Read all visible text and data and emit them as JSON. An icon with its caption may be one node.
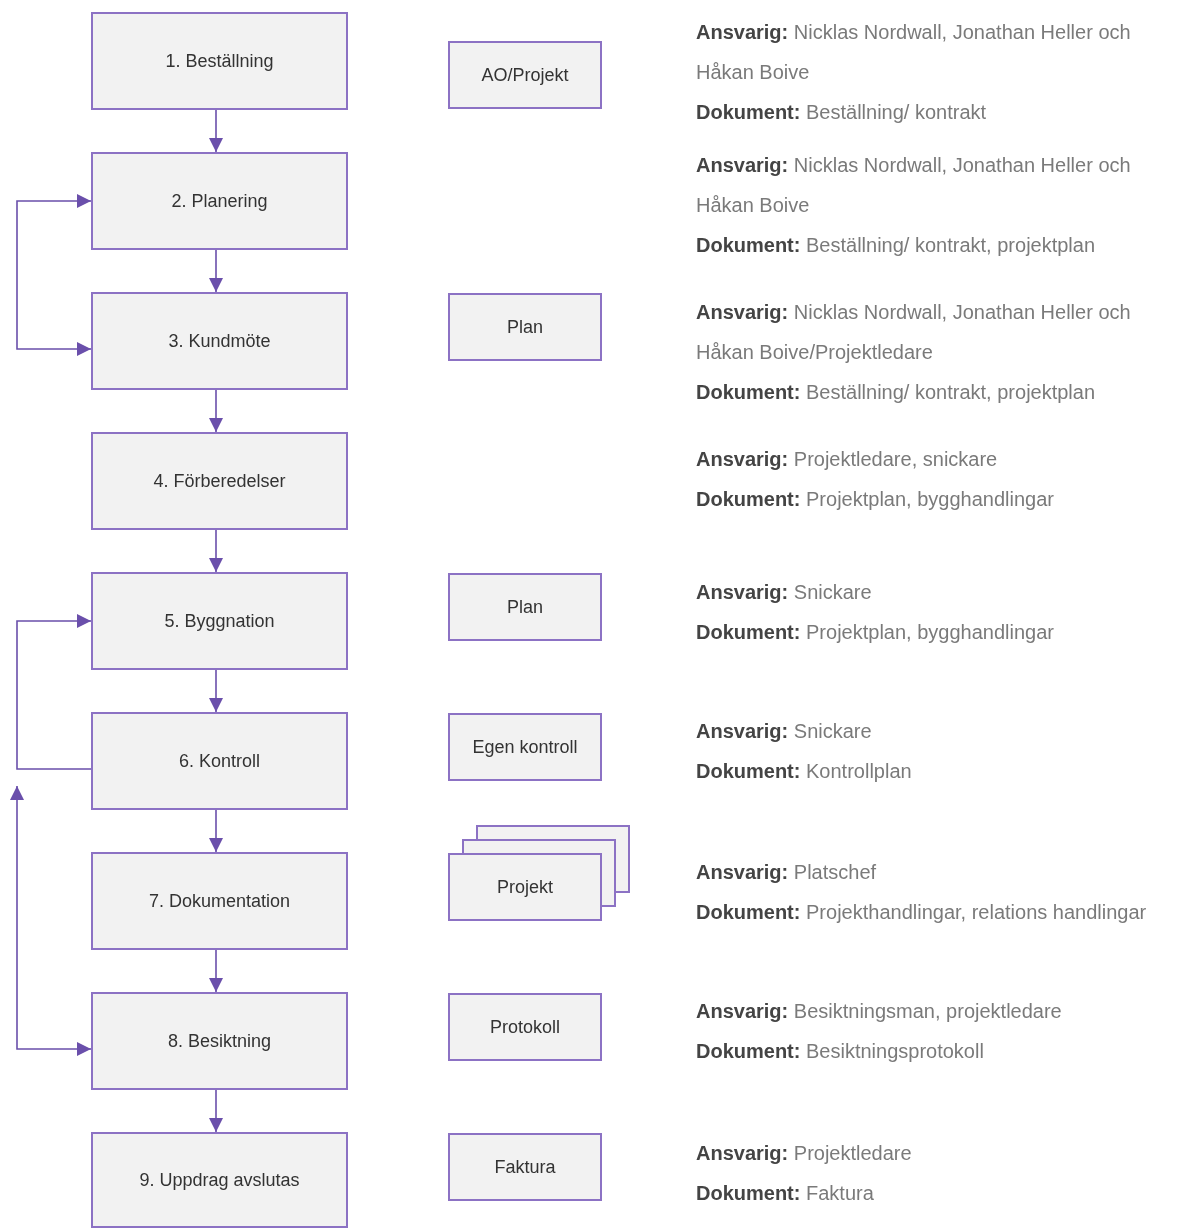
{
  "diagram": {
    "nodes": [
      {
        "text": [
          "1. Beställning"
        ]
      },
      {
        "text": [
          "2. Planering"
        ]
      },
      {
        "text": [
          "3. Kundmöte"
        ]
      },
      {
        "text": [
          "4. Förberedelser"
        ]
      },
      {
        "text": [
          "5. Byggnation"
        ]
      },
      {
        "text": [
          "6. Kontroll"
        ]
      },
      {
        "text": [
          "7. Dokumentation"
        ]
      },
      {
        "text": [
          "8. Besiktning"
        ]
      },
      {
        "text": [
          "9. Uppdrag avslutas"
        ]
      },
      {
        "text": [
          "AO/Projekt"
        ]
      },
      {
        "text": [
          "Plan"
        ]
      },
      {
        "text": [
          "Plan"
        ]
      },
      {
        "text": [
          "Egen kontroll"
        ]
      },
      {
        "text": [
          "Projekt"
        ]
      },
      {
        "text": [
          "Protokoll"
        ]
      },
      {
        "text": [
          "Faktura"
        ]
      }
    ],
    "edges": [
      {
        "from": 0,
        "to": 1,
        "arrow": "to"
      },
      {
        "from": 1,
        "to": 2,
        "arrow": "to"
      },
      {
        "from": 2,
        "to": 3,
        "arrow": "to"
      },
      {
        "from": 3,
        "to": 4,
        "arrow": "to"
      },
      {
        "from": 4,
        "to": 5,
        "arrow": "to"
      },
      {
        "from": 5,
        "to": 6,
        "arrow": "to"
      },
      {
        "from": 6,
        "to": 7,
        "arrow": "to"
      },
      {
        "from": 7,
        "to": 8,
        "arrow": "to"
      },
      {
        "from": 1,
        "to": 2,
        "arrow": "both"
      },
      {
        "from": 5,
        "to": 4,
        "arrow": "to"
      },
      {
        "from": null,
        "to": 7,
        "arrow": "both"
      }
    ],
    "labels": [
      "**Ansvarig:** Nicklas Nordwall, Jonathan Heller och Håkan Boive",
      "**Dokument:** Beställning/ kontrakt",
      "**Ansvarig:** Nicklas Nordwall, Jonathan Heller och Håkan Boive",
      "**Dokument:** Beställning/ kontrakt, projektplan",
      "**Ansvarig:** Nicklas Nordwall, Jonathan Heller och Håkan Boive/Projektledare",
      "**Dokument:** Beställning/ kontrakt, projektplan",
      "**Ansvarig:** Projektledare, snickare",
      "**Dokument:** Projektplan, bygghandlingar",
      "**Ansvarig:** Snickare",
      "**Dokument:** Projektplan, bygghandlingar",
      "**Ansvarig:** Snickare",
      "**Dokument:** Kontrollplan",
      "**Ansvarig:** Platschef",
      "**Dokument:** Projekthandlingar, relations handlingar",
      "**Ansvarig:** Besiktningsman, projektledare",
      "**Dokument:** Besiktningsprotokoll",
      "**Ansvarig:** Projektledare",
      "**Dokument:** Faktura"
    ]
  }
}
